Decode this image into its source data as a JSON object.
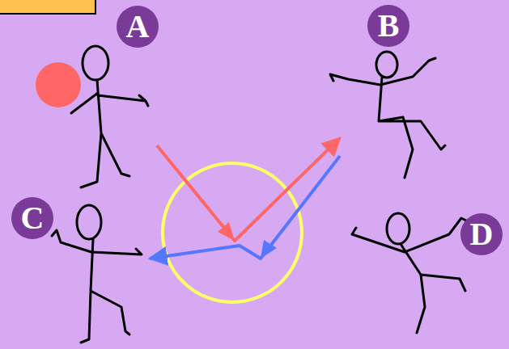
{
  "diagram": {
    "nodes": [
      {
        "text": [
          "A"
        ]
      },
      {
        "text": [
          "B"
        ]
      },
      {
        "text": [
          "C"
        ]
      },
      {
        "text": [
          "D"
        ]
      }
    ],
    "edges": [
      {
        "from": 0,
        "to": 1,
        "arrow": "to"
      },
      {
        "from": 1,
        "to": 2,
        "arrow": "to"
      }
    ]
  }
}
